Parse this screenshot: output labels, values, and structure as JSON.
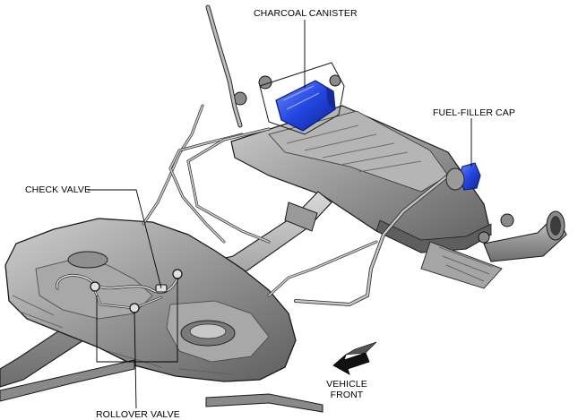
{
  "labels": {
    "charcoal_canister": "CHARCOAL CANISTER",
    "fuel_filler_cap": "FUEL-FILLER CAP",
    "check_valve": "CHECK VALVE",
    "rollover_valve": "ROLLOVER VALVE",
    "vehicle_front_line1": "VEHICLE",
    "vehicle_front_line2": "FRONT"
  },
  "colors": {
    "component_highlight": "#1f3fd0",
    "metal_gray": "#8c8c8c",
    "outline": "#1a1a1a",
    "background": "#ffffff"
  },
  "icons": {
    "direction_arrow": "vehicle-front-arrow-icon"
  }
}
